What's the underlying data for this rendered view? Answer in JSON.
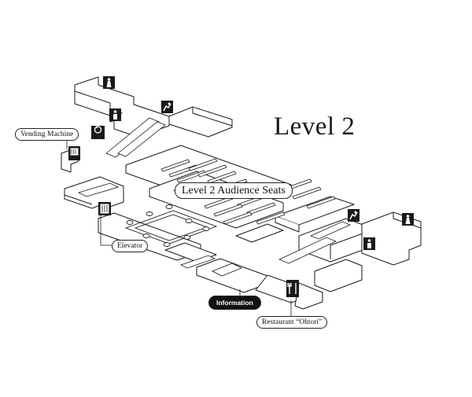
{
  "map": {
    "title": "Level 2",
    "labels": {
      "vending": "Vending Machine",
      "elevator": "Elevator",
      "information": "Information",
      "restaurant": "Restaurant “Ohtori”",
      "audience": "Level 2 Audience Seats"
    },
    "icons": [
      "restroom-icon",
      "wheelchair-restroom-icon",
      "emergency-exit-icon",
      "vending-machine-icon",
      "elevator-icon",
      "restaurant-icon"
    ],
    "colors": {
      "line": "#1a1a1a",
      "wall": "#ffffff",
      "icon_bg": "#1a1a1a"
    }
  }
}
